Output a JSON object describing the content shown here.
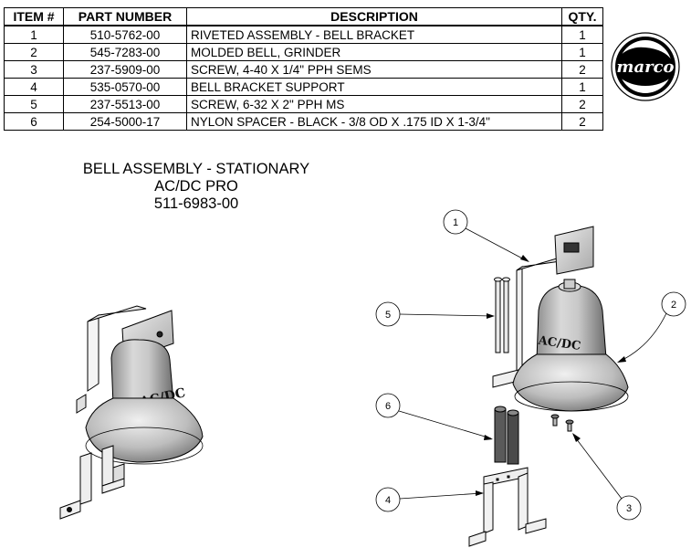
{
  "table": {
    "headers": {
      "item": "ITEM #",
      "part_number": "PART NUMBER",
      "description": "DESCRIPTION",
      "qty": "QTY."
    },
    "rows": [
      {
        "item": "1",
        "part_number": "510-5762-00",
        "description": "RIVETED ASSEMBLY - BELL BRACKET",
        "qty": "1"
      },
      {
        "item": "2",
        "part_number": "545-7283-00",
        "description": "MOLDED BELL, GRINDER",
        "qty": "1"
      },
      {
        "item": "3",
        "part_number": "237-5909-00",
        "description": "SCREW, 4-40 X 1/4\" PPH SEMS",
        "qty": "2"
      },
      {
        "item": "4",
        "part_number": "535-0570-00",
        "description": "BELL BRACKET SUPPORT",
        "qty": "1"
      },
      {
        "item": "5",
        "part_number": "237-5513-00",
        "description": "SCREW, 6-32 X 2\" PPH MS",
        "qty": "2"
      },
      {
        "item": "6",
        "part_number": "254-5000-17",
        "description": "NYLON SPACER - BLACK - 3/8 OD X .175 ID X 1-3/4\"",
        "qty": "2"
      }
    ]
  },
  "title": {
    "line1": "BELL ASSEMBLY - STATIONARY",
    "line2": "AC/DC PRO",
    "line3": "511-6983-00"
  },
  "logo": {
    "text": "marco"
  },
  "bell_label": "AC/DC",
  "callouts": [
    "1",
    "2",
    "3",
    "4",
    "5",
    "6"
  ]
}
